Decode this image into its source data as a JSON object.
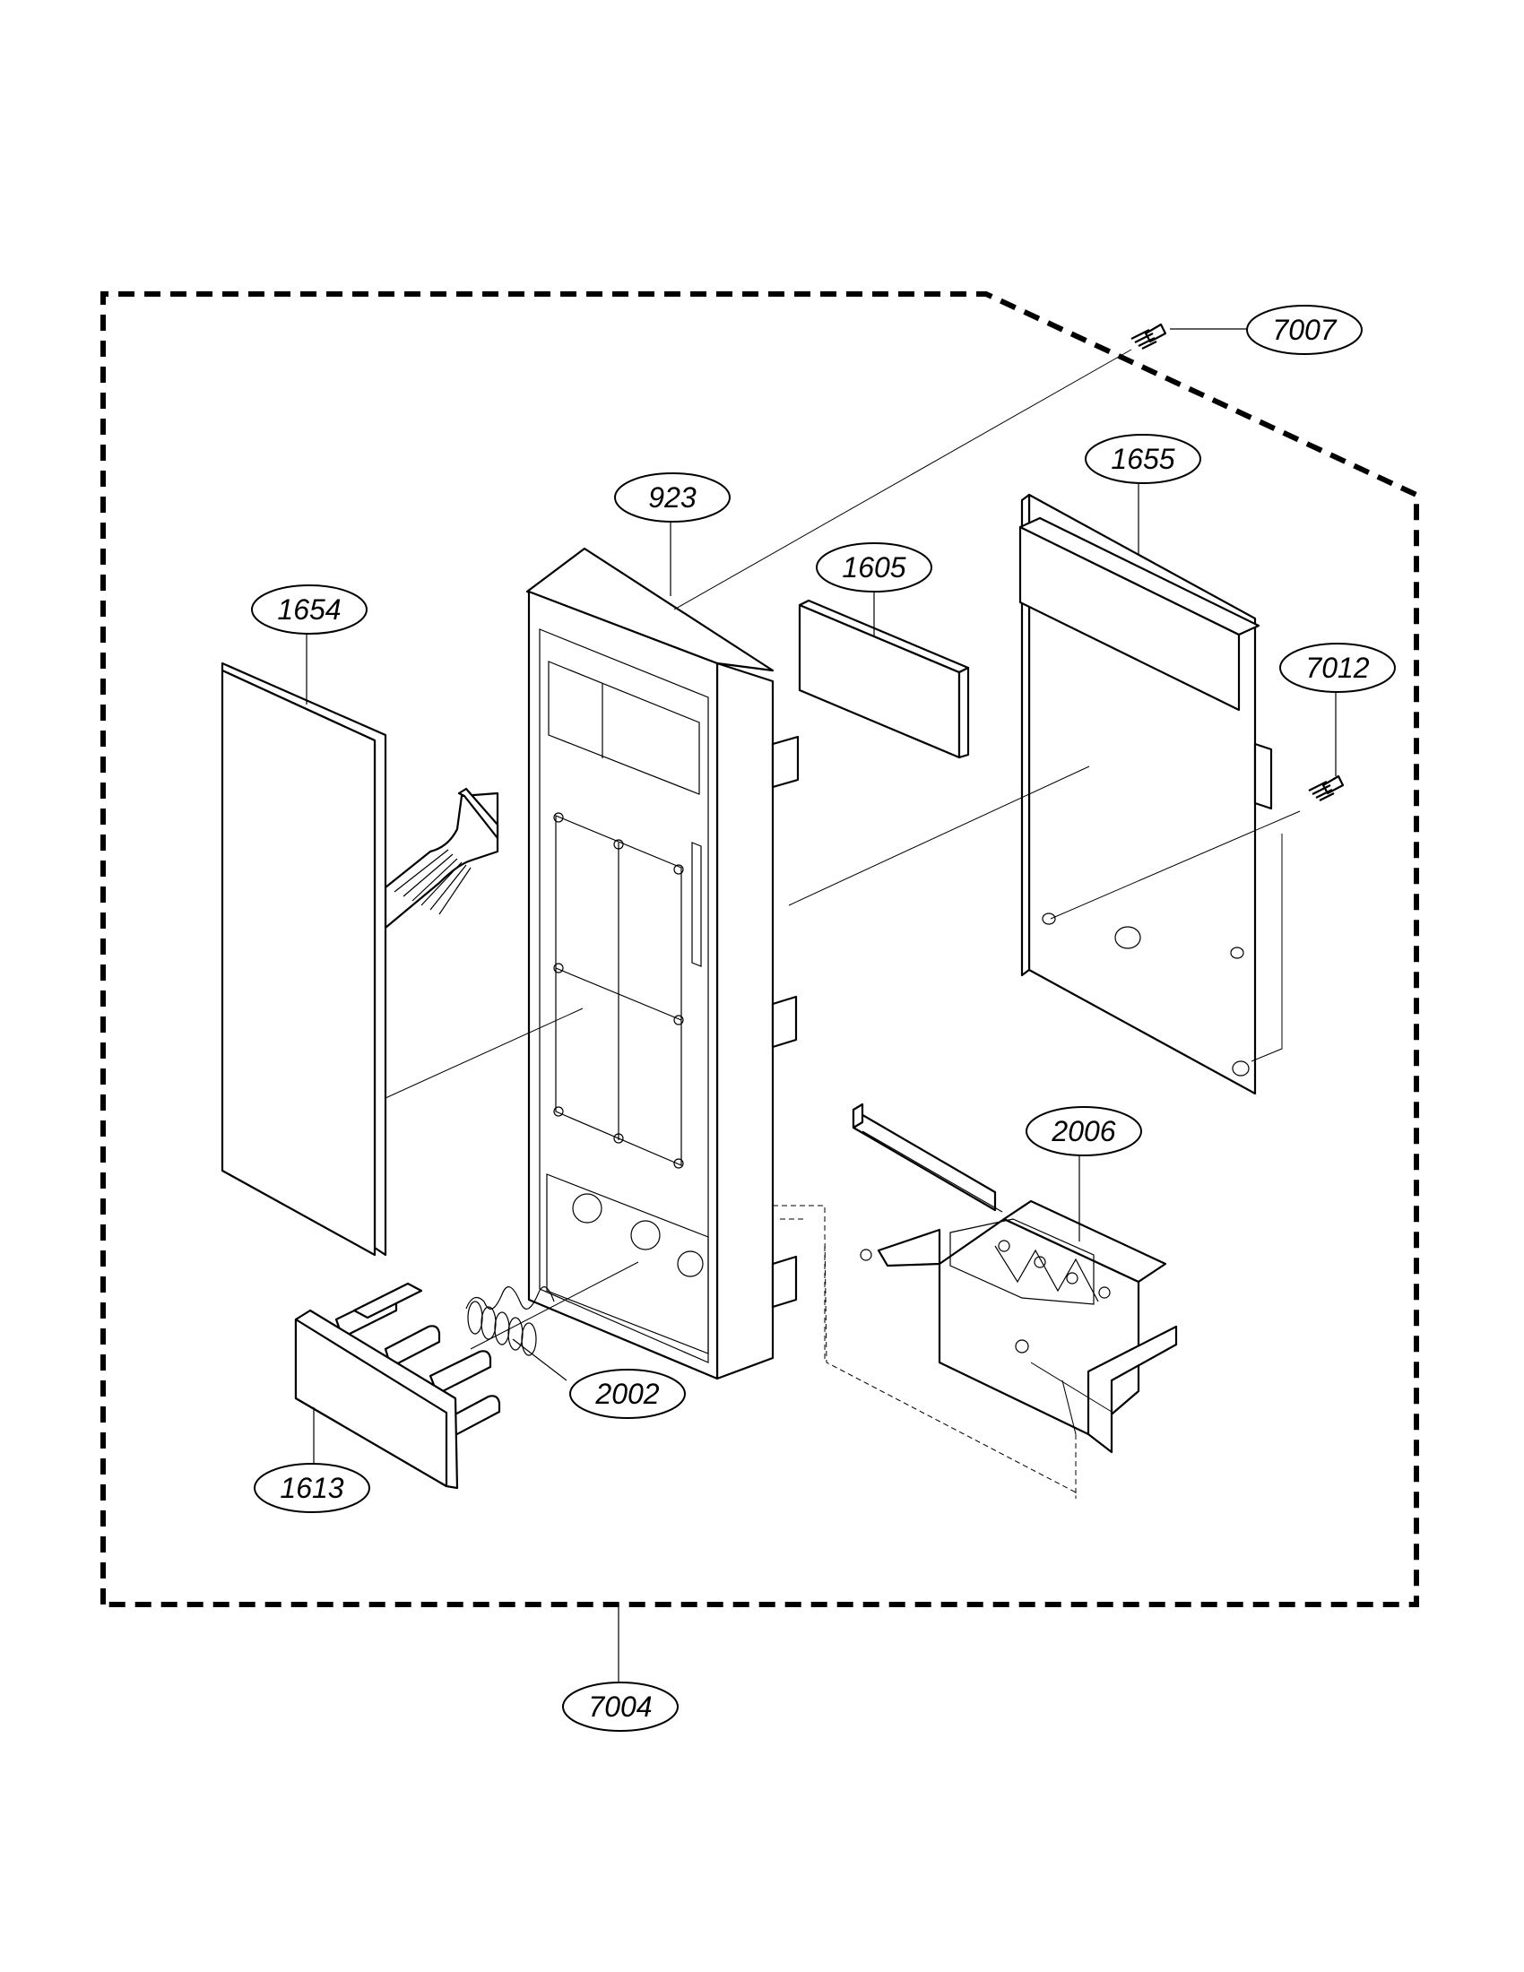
{
  "callouts": [
    {
      "id": "7007",
      "label": "7007"
    },
    {
      "id": "1655",
      "label": "1655"
    },
    {
      "id": "923",
      "label": "923"
    },
    {
      "id": "1605",
      "label": "1605"
    },
    {
      "id": "1654",
      "label": "1654"
    },
    {
      "id": "7012",
      "label": "7012"
    },
    {
      "id": "2006",
      "label": "2006"
    },
    {
      "id": "2002",
      "label": "2002"
    },
    {
      "id": "1613",
      "label": "1613"
    },
    {
      "id": "7004",
      "label": "7004"
    }
  ]
}
